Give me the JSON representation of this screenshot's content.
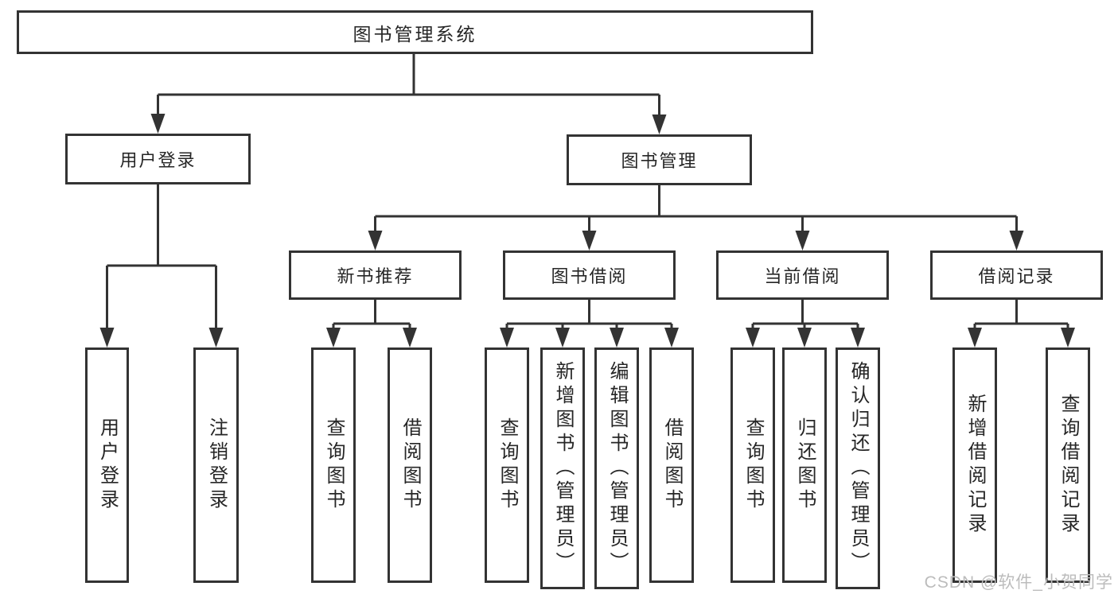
{
  "root": {
    "label": "图书管理系统"
  },
  "branches": {
    "user_login": {
      "label": "用户登录",
      "children": [
        "用户登录",
        "注销登录"
      ]
    },
    "book_mgmt": {
      "label": "图书管理",
      "sections": [
        {
          "label": "新书推荐",
          "children": [
            "查询图书",
            "借阅图书"
          ]
        },
        {
          "label": "图书借阅",
          "children": [
            "查询图书",
            "新增图书（管理员）",
            "编辑图书（管理员）",
            "借阅图书"
          ]
        },
        {
          "label": "当前借阅",
          "children": [
            "查询图书",
            "归还图书",
            "确认归还（管理员）"
          ]
        },
        {
          "label": "借阅记录",
          "children": [
            "新增借阅记录",
            "查询借阅记录"
          ]
        }
      ]
    }
  },
  "watermark": "CSDN @软件_小贺同学",
  "colors": {
    "line": "#333333",
    "box_border": "#333333",
    "text": "#262626",
    "watermark": "#bcbcbc",
    "background": "#ffffff"
  }
}
